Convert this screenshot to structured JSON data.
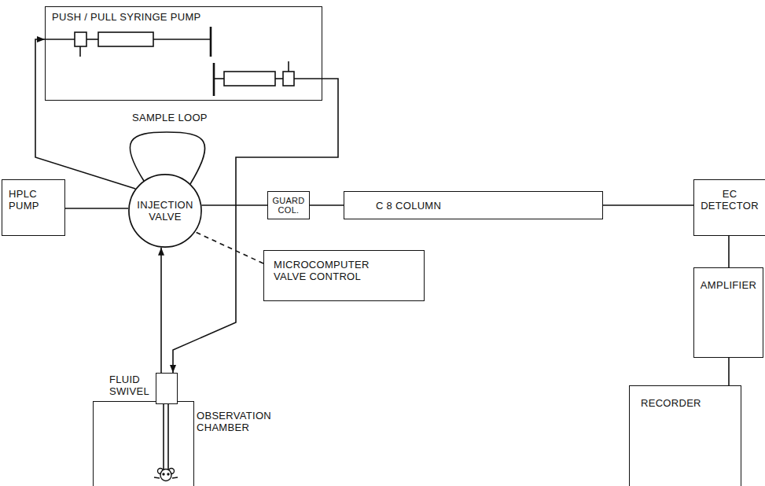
{
  "diagram": {
    "nodes": [
      {
        "text": [
          "PUSH / PULL SYRINGE PUMP"
        ]
      },
      {
        "text": [
          "HPLC PUMP"
        ]
      },
      {
        "text": [
          "INJECTION VALVE"
        ]
      },
      {
        "text": [
          "GUARD COL."
        ]
      },
      {
        "text": [
          "C 8 COLUMN"
        ]
      },
      {
        "text": [
          "EC DETECTOR"
        ]
      },
      {
        "text": [
          "AMPLIFIER"
        ]
      },
      {
        "text": [
          "RECORDER"
        ]
      },
      {
        "text": [
          "MICROCOMPUTER VALVE CONTROL"
        ]
      },
      {
        "text": [
          "FLUID SWIVEL"
        ]
      },
      {
        "text": [
          "OBSERVATION CHAMBER"
        ]
      }
    ],
    "edges": [
      {
        "from": 1,
        "to": 2,
        "arrow": "none"
      },
      {
        "from": 2,
        "to": 3,
        "arrow": "none"
      },
      {
        "from": 3,
        "to": 4,
        "arrow": "none"
      },
      {
        "from": 4,
        "to": 5,
        "arrow": "none"
      },
      {
        "from": 5,
        "to": 6,
        "arrow": "none"
      },
      {
        "from": 6,
        "to": 7,
        "arrow": "none"
      },
      {
        "from": 2,
        "to": 0,
        "arrow": "to"
      },
      {
        "from": 0,
        "to": 9,
        "arrow": "to"
      },
      {
        "from": 9,
        "to": 2,
        "arrow": "to"
      },
      {
        "from": 8,
        "to": 2,
        "arrow": "none"
      }
    ],
    "labels": [
      "SAMPLE LOOP"
    ]
  }
}
